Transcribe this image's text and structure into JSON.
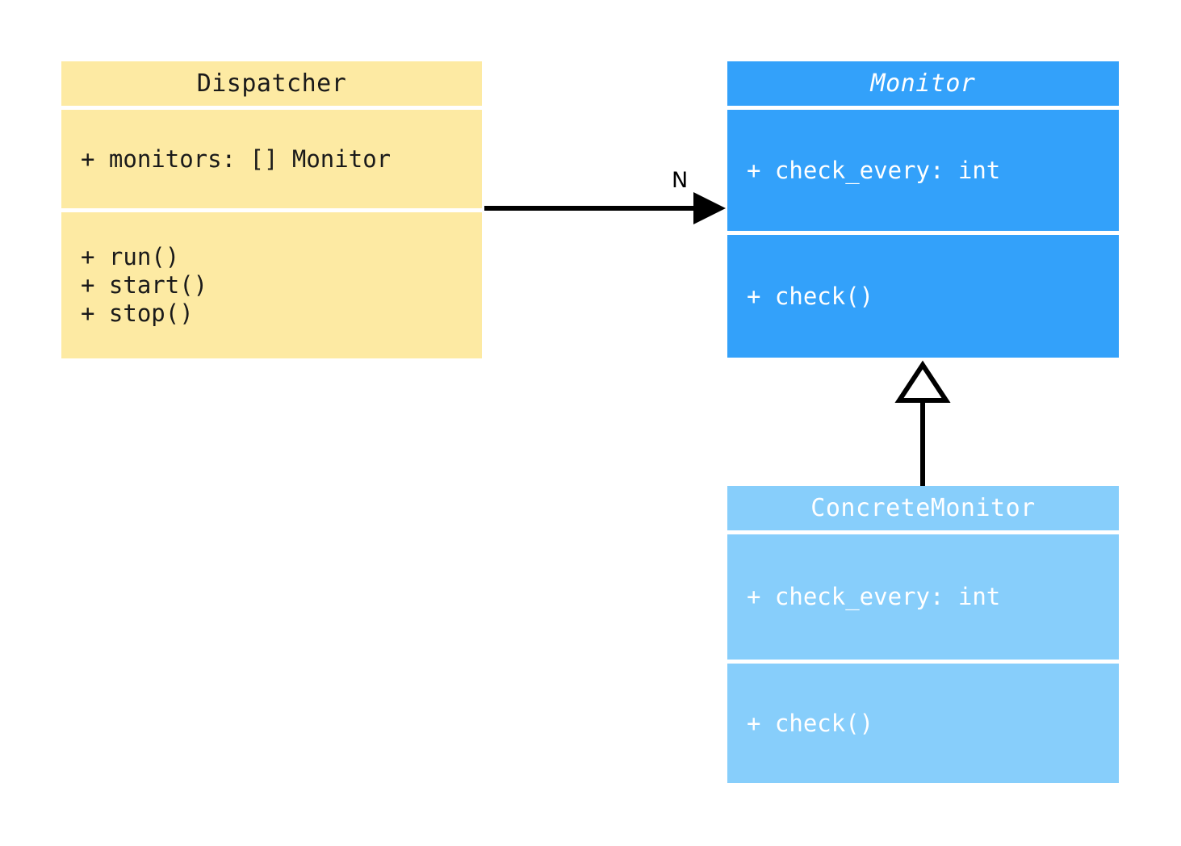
{
  "diagram": {
    "type": "uml-class-diagram",
    "background": "#ffffff",
    "classes": [
      {
        "id": "dispatcher",
        "name": "Dispatcher",
        "abstract": false,
        "fill": "#fdeaa3",
        "text_color": "#1a1a1a",
        "attributes": [
          "+ monitors: [] Monitor"
        ],
        "methods": [
          "+ run()",
          "+ start()",
          "+ stop()"
        ]
      },
      {
        "id": "monitor",
        "name": "Monitor",
        "abstract": true,
        "fill": "#33a1fa",
        "text_color": "#ffffff",
        "attributes": [
          "+ check_every: int"
        ],
        "methods": [
          "+ check()"
        ]
      },
      {
        "id": "concretemonitor",
        "name": "ConcreteMonitor",
        "abstract": false,
        "fill": "#87cefb",
        "text_color": "#ffffff",
        "attributes": [
          "+ check_every: int"
        ],
        "methods": [
          "+ check()"
        ]
      }
    ],
    "relationships": [
      {
        "id": "dispatcher-to-monitor",
        "kind": "association",
        "from": "Dispatcher",
        "to": "Monitor",
        "label": "N",
        "arrow": "filled-open-arrow",
        "color": "#000000"
      },
      {
        "id": "concretemonitor-to-monitor",
        "kind": "generalization",
        "from": "ConcreteMonitor",
        "to": "Monitor",
        "label": "",
        "arrow": "hollow-triangle",
        "color": "#000000"
      }
    ]
  }
}
